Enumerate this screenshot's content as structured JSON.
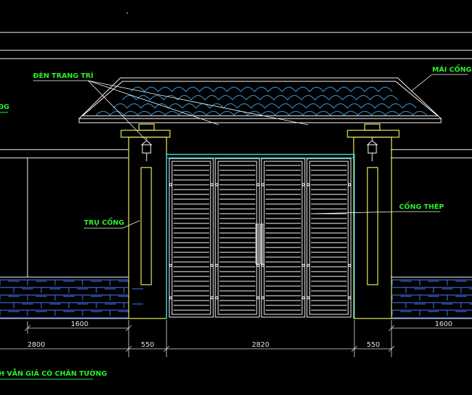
{
  "colors": {
    "background": "#000000",
    "wall_line": "#ffffff",
    "column": "#f2f05a",
    "gate": "#ffffff",
    "gate_frame": "#32d8d8",
    "roof_tile": "#3f9fe0",
    "brick": "#3868d8",
    "label": "#2bf02b",
    "dimension": "#e8e8e8"
  },
  "icons": [
    "lamp-icon"
  ],
  "labels": {
    "decor_light": "ĐÈN TRANG TRÍ",
    "gate_roof": "MÁI CỔNG",
    "column": "TRỤ CỔNG",
    "steel_gate": "CỔNG THÉP",
    "edge_left": "ĐG",
    "bottom_caption": "H VẪN GIẢ CÓ CHÂN TƯỜNG"
  },
  "dimensions": {
    "wall_left": "1600",
    "wall_right": "1600",
    "left_total": "2800",
    "col_left": "550",
    "gate": "2820",
    "col_right": "550"
  }
}
